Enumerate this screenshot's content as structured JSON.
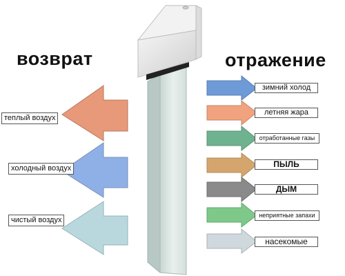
{
  "headings": {
    "left": "возврат",
    "right": "отражение"
  },
  "left_items": [
    {
      "label": "теплый воздух",
      "color": "#e8997a",
      "icon": "arrow-left"
    },
    {
      "label": "холодный воздух",
      "color": "#8fb0e6",
      "icon": "arrow-left"
    },
    {
      "label": "чистый воздух",
      "color": "#b9d8de",
      "icon": "arrow-left"
    }
  ],
  "right_items": [
    {
      "label": "зимний холод",
      "color": "#6e9ad8",
      "icon": "arrow-right"
    },
    {
      "label": "летняя жара",
      "color": "#f0a37e",
      "icon": "arrow-right"
    },
    {
      "label": "отработанные газы",
      "color": "#6fb28f",
      "icon": "arrow-right"
    },
    {
      "label": "ПЫЛЬ",
      "color": "#d4a66e",
      "icon": "arrow-right"
    },
    {
      "label": "ДЫМ",
      "color": "#8a8a8a",
      "icon": "arrow-right"
    },
    {
      "label": "неприятные запахи",
      "color": "#7ec98a",
      "icon": "arrow-right"
    },
    {
      "label": "насекомые",
      "color": "#cfd8dd",
      "icon": "arrow-right"
    }
  ]
}
